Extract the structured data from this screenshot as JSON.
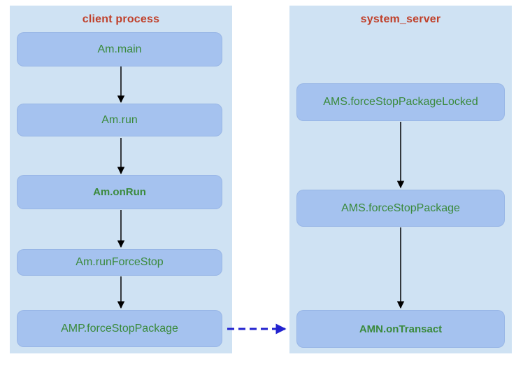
{
  "diagram": {
    "columns": [
      {
        "title": "client process",
        "nodes": [
          {
            "label": "Am.main",
            "emphasis": false
          },
          {
            "label": "Am.run",
            "emphasis": false
          },
          {
            "label": "Am.onRun",
            "emphasis": true
          },
          {
            "label": "Am.runForceStop",
            "emphasis": false
          },
          {
            "label": "AMP.forceStopPackage",
            "emphasis": false
          }
        ]
      },
      {
        "title": "system_server",
        "nodes": [
          {
            "label": "AMS.forceStopPackageLocked",
            "emphasis": false
          },
          {
            "label": "AMS.forceStopPackage",
            "emphasis": false
          },
          {
            "label": "AMN.onTransact",
            "emphasis": true
          }
        ]
      }
    ],
    "cross_arrow": {
      "from": "AMP.forceStopPackage",
      "to": "AMN.onTransact",
      "style": "dashed"
    },
    "colors": {
      "panel_background": "#cfe2f3",
      "node_background": "#a5c2ef",
      "title_text": "#c0402a",
      "node_text": "#3a8a3c",
      "flow_arrow": "#000000",
      "cross_arrow": "#2222cf",
      "page_background": "#ffffff"
    }
  }
}
